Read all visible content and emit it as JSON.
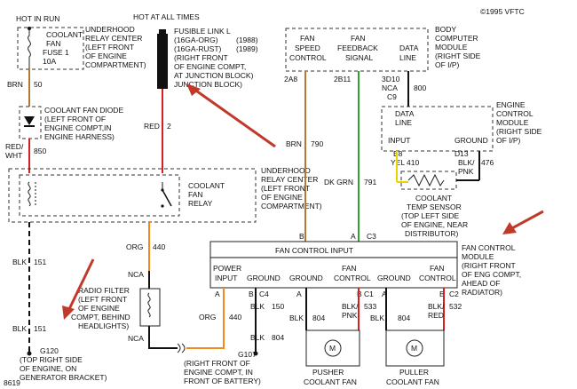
{
  "copyright": "©1995 VFTC",
  "figure_number": "8619",
  "labels": {
    "hot_in_run": "HOT IN RUN",
    "hot_at_all_times": "HOT AT ALL TIMES",
    "fuse_l1": "COOLANT",
    "fuse_l2": "FAN",
    "fuse_l3": "FUSE 1",
    "fuse_l4": "10A",
    "urc1_l1": "UNDERHOOD",
    "urc1_l2": "RELAY CENTER",
    "urc1_l3": "(LEFT FRONT",
    "urc1_l4": "OF ENGINE",
    "urc1_l5": "COMPARTMENT)",
    "fl_l1": "FUSIBLE LINK L",
    "fl_l2": "(16GA-ORG)",
    "fl_l2b": "(1988)",
    "fl_l3": "(16GA-RUST)",
    "fl_l3b": "(1989)",
    "fl_l4": "(RIGHT FRONT",
    "fl_l5": "OF ENGINE COMPT,",
    "fl_l6": "AT JUNCTION BLOCK)",
    "fl_l7": "JUNCTION BLOCK)",
    "bcm_col1_l1": "FAN",
    "bcm_col1_l2": "SPEED",
    "bcm_col1_l3": "CONTROL",
    "bcm_col2_l1": "FAN",
    "bcm_col2_l2": "FEEDBACK",
    "bcm_col2_l3": "SIGNAL",
    "bcm_col3_l1": "DATA",
    "bcm_col3_l2": "LINE",
    "bcm_l1": "BODY",
    "bcm_l2": "COMPUTER",
    "bcm_l3": "MODULE",
    "bcm_l4": "(RIGHT SIDE",
    "bcm_l5": "OF I/P)",
    "pin_2a8": "2A8",
    "pin_2b11": "2B11",
    "pin_3d10": "3D10",
    "nca_c9a": "NCA",
    "nca_c9b": "C9",
    "w800": "800",
    "ecm_l1": "ENGINE",
    "ecm_l2": "CONTROL",
    "ecm_l3": "MODULE",
    "ecm_l4": "(RIGHT SIDE",
    "ecm_l5": "OF I/P)",
    "ecm_data_l1": "DATA",
    "ecm_data_l2": "LINE",
    "ecm_input": "INPUT",
    "ecm_ground": "GROUND",
    "b8": "B8",
    "yel": "YEL",
    "w410": "410",
    "d13": "D13",
    "blk_pnk": "BLK/",
    "blk_pnk2": "PNK",
    "w476": "476",
    "cts_l1": "COOLANT",
    "cts_l2": "TEMP SENSOR",
    "cts_l3": "(TOP LEFT SIDE",
    "cts_l4": "OF ENGINE, NEAR",
    "cts_l5": "DISTRIBUTOR)",
    "brn1": "BRN",
    "w50": "50",
    "diode_l1": "COOLANT FAN DIODE",
    "diode_l2": "(LEFT FRONT OF",
    "diode_l3": "ENGINE COMPT,IN",
    "diode_l4": "ENGINE HARNESS)",
    "red2": "RED",
    "w2": "2",
    "red_wht_a": "RED/",
    "red_wht_b": "WHT",
    "w850": "850",
    "urc2_l1": "UNDERHOOD",
    "urc2_l2": "RELAY CENTER",
    "urc2_l3": "(LEFT FRONT",
    "urc2_l4": "OF ENGINE",
    "urc2_l5": "COMPARTMENT)",
    "relay_l1": "COOLANT",
    "relay_l2": "FAN",
    "relay_l3": "RELAY",
    "brn790": "BRN",
    "w790": "790",
    "dkgrn": "DK GRN",
    "w791": "791",
    "org440a": "ORG",
    "w440a": "440",
    "nca_a": "NCA",
    "blk151a": "BLK",
    "w151a": "151",
    "pin_b": "B",
    "pin_a": "A",
    "pin_c3": "C3",
    "fcm_input": "FAN CONTROL INPUT",
    "fcm_power_l1": "POWER",
    "fcm_power_l2": "INPUT",
    "fcm_ground1": "GROUND",
    "fcm_ground2": "GROUND",
    "fcm_fc1_l1": "FAN",
    "fcm_fc1_l2": "CONTROL",
    "fcm_ground3": "GROUND",
    "fcm_fc2_l1": "FAN",
    "fcm_fc2_l2": "CONTROL",
    "fcm_l1": "FAN CONTROL",
    "fcm_l2": "MODULE",
    "fcm_l3": "(RIGHT FRONT",
    "fcm_l4": "OF ENG COMPT,",
    "fcm_l5": "AHEAD OF",
    "fcm_l6": "RADIATOR)",
    "radio_l1": "RADIO FILTER",
    "radio_l2": "(LEFT FRONT",
    "radio_l3": "OF ENGINE",
    "radio_l4": "COMPT, BEHIND",
    "radio_l5": "HEADLIGHTS)",
    "blk151b": "BLK",
    "w151b": "151",
    "nca_b": "NCA",
    "org440b": "ORG",
    "w440b": "440",
    "g120_l1": "G120",
    "g120_l2": "(TOP RIGHT SIDE",
    "g120_l3": "OF ENGINE, ON",
    "g120_l4": "GENERATOR BRACKET)",
    "g107_l1": "G107",
    "g107_l2": "(RIGHT FRONT OF",
    "g107_l3": "ENGINE COMPT, IN",
    "g107_l4": "FRONT OF BATTERY)",
    "p_a1": "A",
    "p_b1": "B",
    "p_c4": "C4",
    "p_a2": "A",
    "p_b2": "B",
    "p_c1": "C1",
    "p_a3": "A",
    "p_b3": "B",
    "p_c2": "C2",
    "blk150": "BLK",
    "w150": "150",
    "blk804a": "BLK",
    "w804a": "804",
    "blk804b": "BLK",
    "w804b": "804",
    "blk_pnk533a": "BLK/",
    "blk_pnk533b": "PNK",
    "w533": "533",
    "blk804c": "BLK",
    "w804c": "804",
    "blk_red532a": "BLK/",
    "blk_red532b": "RED",
    "w532": "532",
    "pusher_l1": "PUSHER",
    "pusher_l2": "COOLANT FAN",
    "puller_l1": "PULLER",
    "puller_l2": "COOLANT FAN",
    "motor": "M"
  }
}
